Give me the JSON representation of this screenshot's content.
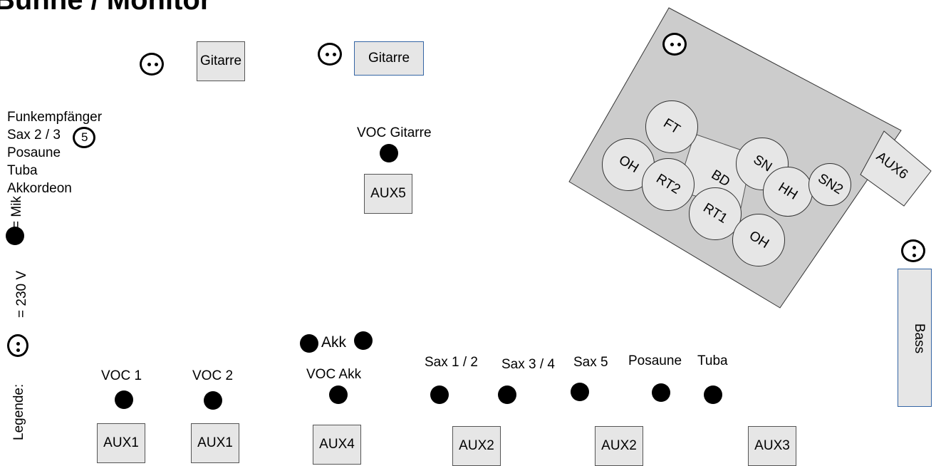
{
  "title": "Bühne / Monitor",
  "funk": {
    "line1": "Funkempfänger",
    "line2": "Sax 2 / 3",
    "socket_count": "5",
    "line3": "Posaune",
    "line4": "Tuba",
    "line5": "Akkordeon"
  },
  "legend": {
    "label": "Legende:",
    "socket_text": "= 230 V",
    "mic_text": "= Mik"
  },
  "boxes": {
    "gitarre1": "Gitarre",
    "gitarre2": "Gitarre",
    "aux5": "AUX5",
    "aux1a": "AUX1",
    "aux1b": "AUX1",
    "aux4": "AUX4",
    "aux2a": "AUX2",
    "aux2b": "AUX2",
    "aux3": "AUX3",
    "aux6": "AUX6",
    "bass": "Bass"
  },
  "mics": {
    "voc_gitarre": "VOC Gitarre",
    "voc1": "VOC 1",
    "voc2": "VOC 2",
    "akk": "Akk",
    "voc_akk": "VOC Akk",
    "sax12": "Sax 1 / 2",
    "sax34": "Sax 3 / 4",
    "sax5": "Sax 5",
    "posaune": "Posaune",
    "tuba": "Tuba"
  },
  "drums": {
    "ft": "FT",
    "oh1": "OH",
    "rt2": "RT2",
    "bd": "BD",
    "sn": "SN",
    "hh": "HH",
    "sn2": "SN2",
    "rt1": "RT1",
    "oh2": "OH"
  },
  "colors": {
    "box_fill": "#e6e6e6",
    "riser_fill": "#cccccc",
    "bass_border": "#3465a4"
  }
}
